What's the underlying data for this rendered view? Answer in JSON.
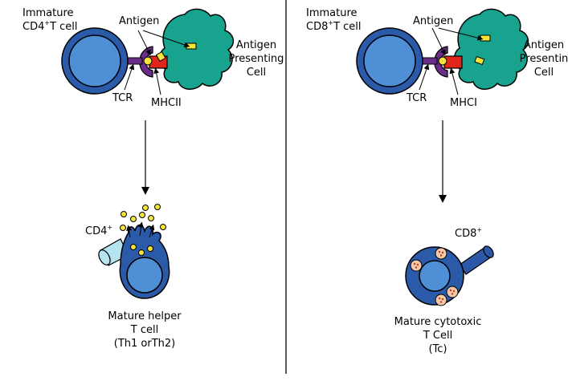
{
  "left_panel": {
    "immature_cell_line1": "Immature",
    "immature_cell_line2_a": "CD4",
    "immature_cell_line2_sup": "+",
    "immature_cell_line2_b": "T cell",
    "antigen": "Antigen",
    "apc_line1": "Antigen",
    "apc_line2": "Presenting",
    "apc_line3": "Cell",
    "tcr": "TCR",
    "mhc": "MHCII",
    "coreceptor": "CD4",
    "coreceptor_sup": "+",
    "mature_line1": "Mature helper",
    "mature_line2": "T cell",
    "mature_line3": "(Th1 orTh2)"
  },
  "right_panel": {
    "immature_cell_line1": "Immature",
    "immature_cell_line2_a": "CD8",
    "immature_cell_line2_sup": "+",
    "immature_cell_line2_b": "T cell",
    "antigen": "Antigen",
    "apc_line1": "Antigen",
    "apc_line2": "Presentin",
    "apc_line3": "Cell",
    "tcr": "TCR",
    "mhc": "MHCI",
    "coreceptor": "CD8",
    "coreceptor_sup": "+",
    "mature_line1": "Mature cytotoxic",
    "mature_line2": "T Cell",
    "mature_line3": "(Tc)"
  },
  "colors": {
    "t_cell_outer": "#2a5aa8",
    "t_cell_inner": "#4f8fd6",
    "apc": "#17a38e",
    "tcr": "#6a2c8a",
    "mhc": "#e0251b",
    "antigen": "#f4e43a",
    "cd4_receptor": "#b6e3f0",
    "cd8_receptor": "#2d58a8",
    "granule": "#f3c9a8"
  }
}
